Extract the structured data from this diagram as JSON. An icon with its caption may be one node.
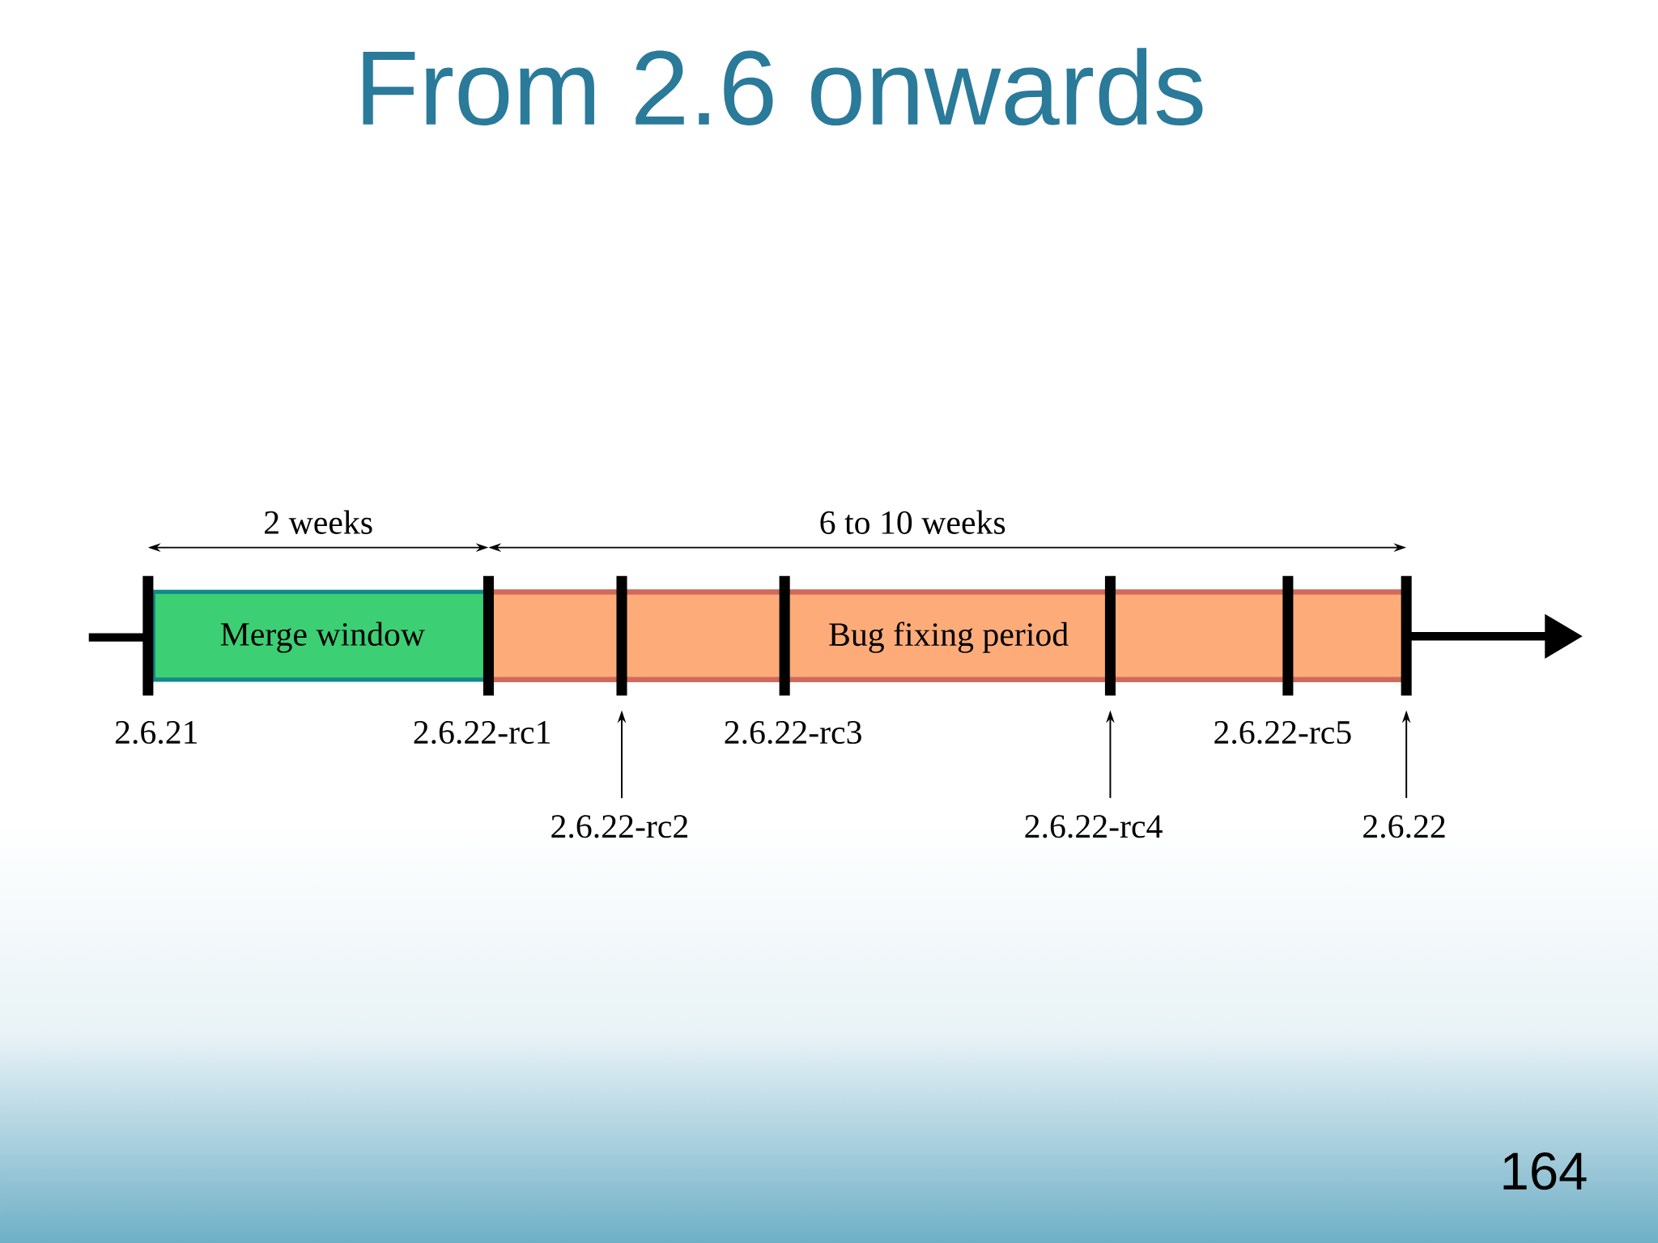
{
  "diagram": {
    "title": "From 2.6 onwards",
    "nodes": [
      {
        "text": [
          "Merge window"
        ]
      },
      {
        "text": [
          "Bug fixing period"
        ]
      },
      {
        "text": [
          "2.6.22-rc2"
        ]
      },
      {
        "text": [
          "2.6.22-rc4"
        ]
      },
      {
        "text": [
          "2.6.22"
        ]
      }
    ],
    "edges": [
      {
        "from": 2,
        "to": null,
        "arrow": "to"
      },
      {
        "from": 3,
        "to": null,
        "arrow": "to"
      },
      {
        "from": 4,
        "to": null,
        "arrow": "to"
      }
    ],
    "labels": [
      "2 weeks",
      "6 to 10 weeks",
      "2.6.21",
      "2.6.22-rc1",
      "2.6.22-rc3",
      "2.6.22-rc5",
      "164"
    ]
  }
}
